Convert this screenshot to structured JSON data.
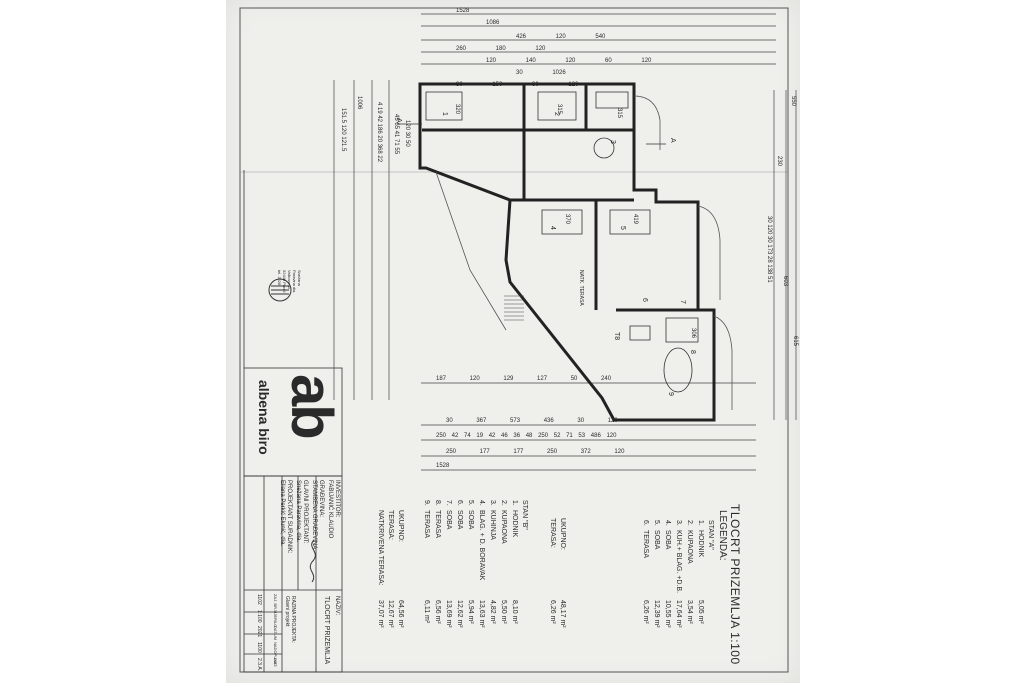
{
  "title": "TLOCRT PRIZEMLJA 1:100",
  "legend": {
    "heading": "LEGENDA:",
    "stan_a": {
      "label": "STAN \"A\"",
      "rows": [
        {
          "no": "1.",
          "name": "HODNIK",
          "area": "5,05 m²"
        },
        {
          "no": "2.",
          "name": "KUPAONA",
          "area": "3,54 m²"
        },
        {
          "no": "3.",
          "name": "KUH.+ BLAG. +D.B.",
          "area": "17,64 m²"
        },
        {
          "no": "4.",
          "name": "SOBA",
          "area": "10,55 m²"
        },
        {
          "no": "5.",
          "name": "SOBA",
          "area": "12,39 m²"
        },
        {
          "no": "6.",
          "name": "TERASA",
          "area": "6,26 m²"
        }
      ],
      "total_label": "UKUPNO:",
      "total_area": "48,17 m²",
      "terrace_label": "TERASA:",
      "terrace_area": "6,26 m²"
    },
    "stan_b": {
      "label": "STAN \"B\"",
      "rows": [
        {
          "no": "1.",
          "name": "HODNIK",
          "area": "8,10 m²"
        },
        {
          "no": "2.",
          "name": "KUPAONA",
          "area": "5,50 m²"
        },
        {
          "no": "3.",
          "name": "KUHINJA",
          "area": "4,82 m²"
        },
        {
          "no": "4.",
          "name": "BLAG. + D. BORAVAK",
          "area": "13,63 m²"
        },
        {
          "no": "5.",
          "name": "SOBA",
          "area": "5,94 m²"
        },
        {
          "no": "6.",
          "name": "SOBA",
          "area": "12,62 m²"
        },
        {
          "no": "7.",
          "name": "SOBA",
          "area": "13,69 m²"
        },
        {
          "no": "8.",
          "name": "TERASA",
          "area": "6,56 m²"
        },
        {
          "no": "9.",
          "name": "TERASA",
          "area": "6,11 m²"
        }
      ],
      "total_label": "UKUPNO:",
      "total_area": "64,56 m²",
      "terrace_label": "TERASA:",
      "terrace_area": "12,67 m²",
      "natk_label": "NATKRIVENA TERASA:",
      "natk_area": "37,07 m²"
    }
  },
  "title_block": {
    "investor_label": "INVESTITOR:",
    "investor": "FABIJANIĆ KLAUDIO",
    "building_label": "GRAĐEVINA:",
    "building": "STAMBENA GRAĐEVINA",
    "designer_label": "GLAVNI PROJEKTANT:",
    "designer": "Snežana Paravina, dia.",
    "sub_designer_label": "PROJEKTANT SURADNIK:",
    "sub_designer": "Eliana Perkić Elunić, dia.",
    "drawing_label": "NAZIV:",
    "drawing": "TLOCRT PRIZEMLJA",
    "phase_label": "RAZINA PROJEKTA:",
    "phase": "Glavni projekt",
    "cols": [
      "ZAJ. BR.",
      "MJERILO",
      "DATUM",
      "NADOPUNA",
      "LIST:"
    ],
    "vals": [
      "1102",
      "1:100",
      "2021",
      "1100",
      "2.3.A."
    ]
  },
  "company": {
    "logo": "ab",
    "name": "albena biro",
    "info": [
      "Snežana",
      "Paravina dia.",
      "Valkovo 4c",
      "52440 Poreč",
      "tel. 2028"
    ]
  },
  "dimensions": {
    "top_rows": [
      "1528",
      "1086",
      "426 120 540",
      "260 180 120",
      "120 140 120 60 120",
      "30 1026",
      "30 150 30 120"
    ],
    "bottom_rows": [
      "187 120 129 127 50 240",
      "30 367 573 436 30 120",
      "250 42 74 19 42 46 36 48 250 52 71 53 486 120",
      "250 177 177 250 372 120",
      "1528"
    ],
    "left_rows": [
      "1006",
      "4 19 42 186 20 368 22",
      "151.5 120 121.5",
      "45 65 41 71 55",
      "120 30 50"
    ],
    "right_rows": [
      "550",
      "230",
      "30 120 30 173 28 138 51",
      "603",
      "615"
    ]
  },
  "plan": {
    "rooms": [
      "320",
      "315",
      "315",
      "370",
      "419",
      "306"
    ],
    "terrace": "NATK. TERASA",
    "marks": [
      "A",
      "A",
      "1",
      "2",
      "3",
      "4",
      "5",
      "6",
      "7",
      "8",
      "9",
      "T8"
    ]
  }
}
